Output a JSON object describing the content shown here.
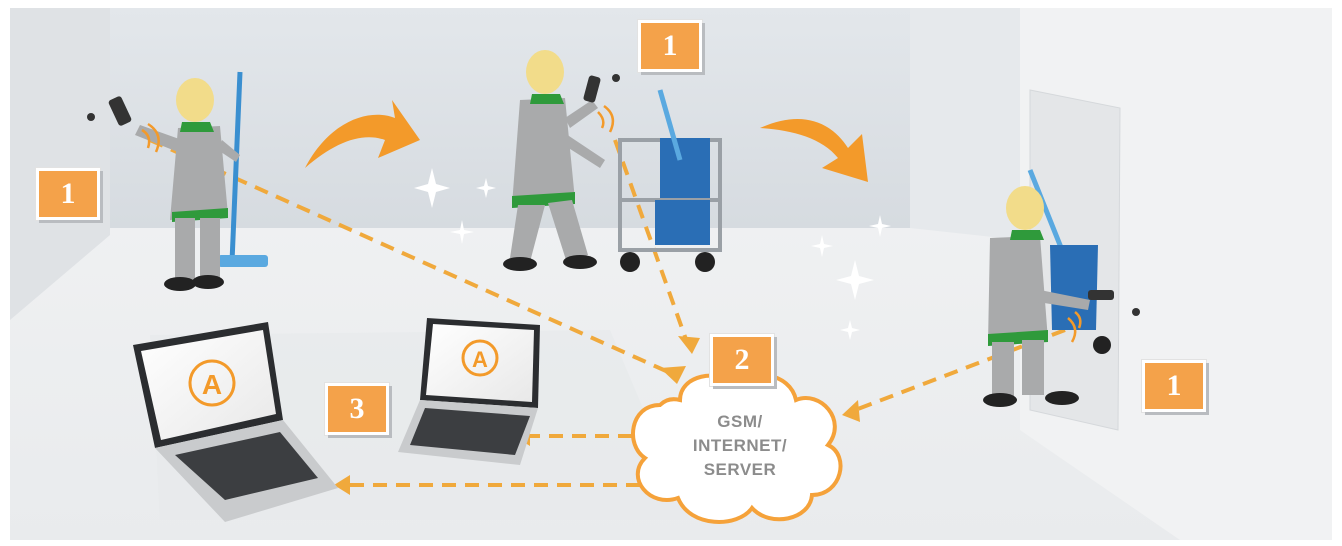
{
  "badges": {
    "step1_left": "1",
    "step1_center": "1",
    "step1_right": "1",
    "step2": "2",
    "step3": "3"
  },
  "cloud": {
    "line1": "GSM/",
    "line2": "INTERNET/",
    "line3": "SERVER"
  },
  "laptop_logo": "A",
  "colors": {
    "accent_orange": "#f4a24a",
    "dash_orange": "#f0a93c",
    "uniform_gray": "#a9aaab",
    "trim_green": "#2f9a3b",
    "bucket_blue": "#2a6eb5",
    "hair_yellow": "#f2dc8a"
  }
}
